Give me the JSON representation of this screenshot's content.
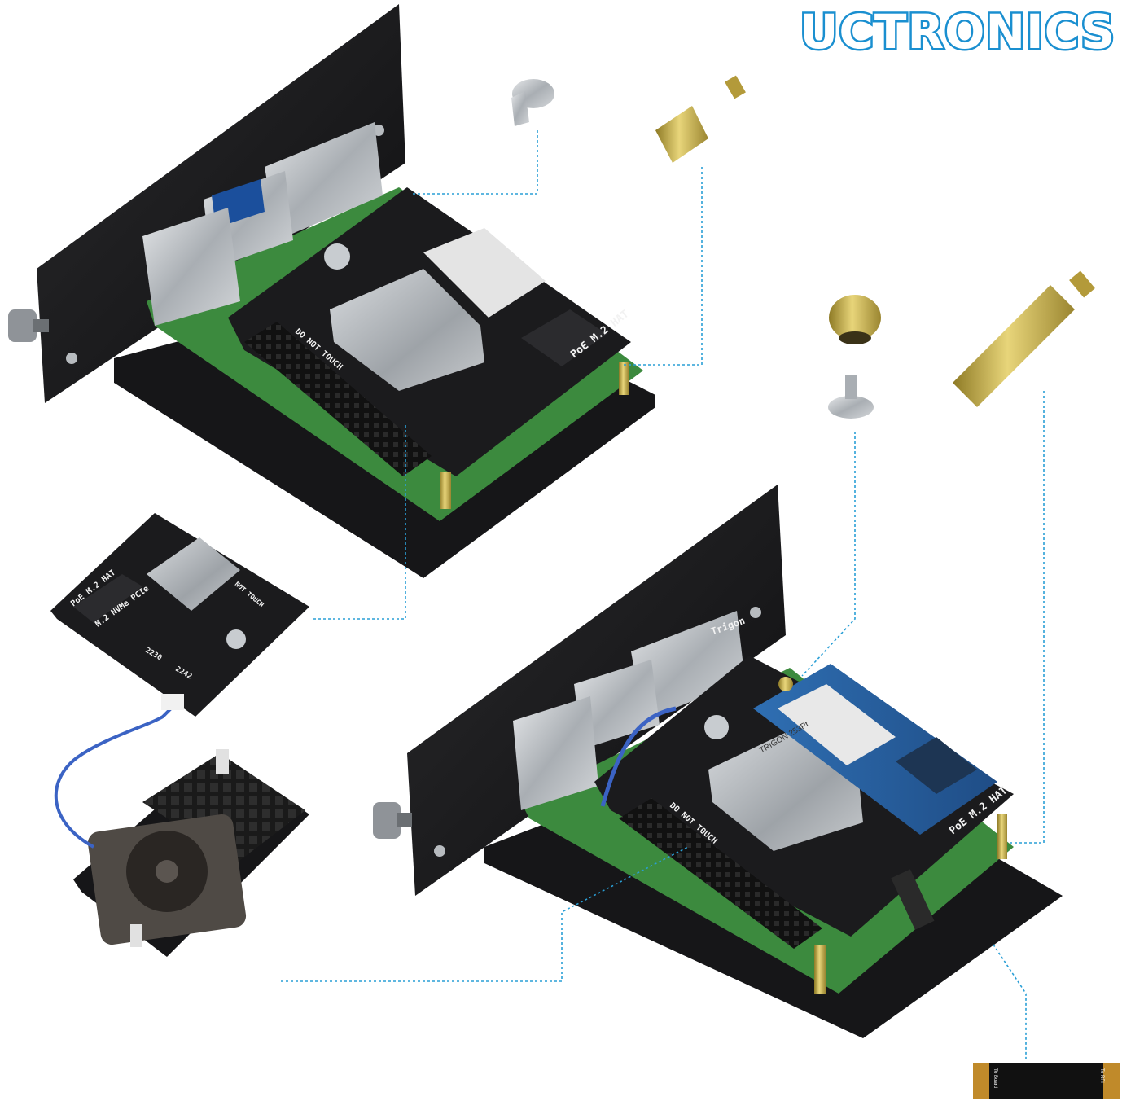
{
  "brand": {
    "name": "UCTRONICS",
    "color": "#1a8fd0"
  },
  "assembly_top": {
    "hat_name": "PoE M.2 HAT",
    "warning": "DO NOT TOUCH"
  },
  "loose_hat": {
    "hat_name": "PoE M.2 HAT",
    "slot_label": "M.2 NVMe PCIe",
    "size_a": "2230",
    "size_b": "2242",
    "warning": "NOT TOUCH"
  },
  "assembly_bottom": {
    "hat_name": "PoE M.2 HAT",
    "warning": "DO NOT TOUCH",
    "module_brand": "Trigon",
    "module_label": "TRIGON 253Pt"
  },
  "ribbon_cable": {
    "left_label": "To Board",
    "right_label": "To RPi"
  },
  "colors": {
    "leader_line": "#2a9fd6",
    "pcb_black": "#1b1b1d",
    "pcb_green": "#3c8a3e",
    "metal": "#bfc3c7",
    "brass": "#c9b24a"
  }
}
